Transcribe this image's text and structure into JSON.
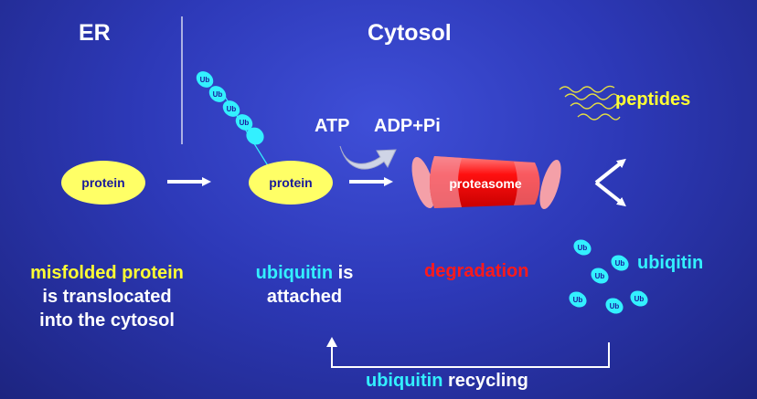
{
  "regions": {
    "er": "ER",
    "cytosol": "Cytosol"
  },
  "cofactors": {
    "atp": "ATP",
    "adp": "ADP+Pi"
  },
  "shapes": {
    "protein_er": "protein",
    "protein_cytosol": "protein",
    "proteasome": "proteasome",
    "ub": "Ub"
  },
  "labels": {
    "peptides": "peptides",
    "ubiqitin": "ubiqitin",
    "step1": {
      "highlight": "misfolded protein",
      "line2": "is translocated",
      "line3": "into the cytosol"
    },
    "step2": {
      "highlight": "ubiquitin",
      "rest": " is",
      "line2": "attached"
    },
    "step3": "degradation",
    "recycling": {
      "highlight": "ubiquitin",
      "rest": " recycling"
    }
  },
  "colors": {
    "background": "#2d39b8",
    "protein_fill": "#ffff66",
    "ub_fill": "#33f0ff",
    "proteasome_core": "#ff1010",
    "proteasome_cap": "#f4a0a8",
    "highlight_yellow": "#ffff33",
    "highlight_cyan": "#33f0ff",
    "highlight_red": "#ff1a1a"
  }
}
